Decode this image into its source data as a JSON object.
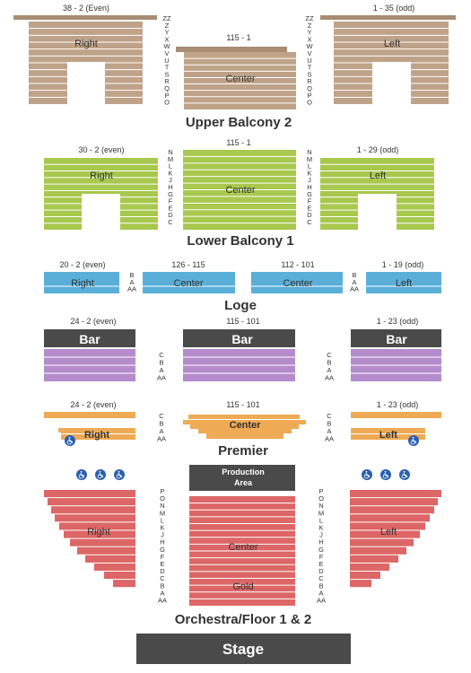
{
  "colors": {
    "tan": "#bfa388",
    "tan_dark": "#a88c73",
    "green": "#a8c84e",
    "blue": "#5aafd8",
    "purple": "#b48ccc",
    "orange": "#eeaa55",
    "red": "#dd6666",
    "dark": "#4a4a4a",
    "text": "#333333",
    "accessible": "#2a5fb0"
  },
  "upper_balcony_2": {
    "title": "Upper Balcony 2",
    "right_range": "38 - 2 (Even)",
    "right_label": "Right",
    "center_range": "115 - 1",
    "center_label": "Center",
    "left_range": "1 - 35 (odd)",
    "left_label": "Left",
    "rows": [
      "ZZ",
      "Z",
      "Y",
      "X",
      "W",
      "V",
      "U",
      "T",
      "S",
      "R",
      "Q",
      "P",
      "O"
    ]
  },
  "lower_balcony_1": {
    "title": "Lower Balcony 1",
    "right_range": "30 - 2 (even)",
    "right_label": "Right",
    "center_range": "115 - 1",
    "center_label": "Center",
    "left_range": "1 - 29 (odd)",
    "left_label": "Left",
    "rows": [
      "N",
      "M",
      "L",
      "K",
      "J",
      "H",
      "G",
      "F",
      "E",
      "D",
      "C"
    ]
  },
  "loge": {
    "title": "Loge",
    "right_range": "20 - 2 (even)",
    "right_label": "Right",
    "center_left_range": "126 - 115",
    "center_left_label": "Center",
    "center_right_range": "112 - 101",
    "center_right_label": "Center",
    "left_range": "1 - 19 (odd)",
    "left_label": "Left",
    "rows": [
      "B",
      "A",
      "AA"
    ]
  },
  "bar_section": {
    "right_range": "24 - 2 (even)",
    "center_range": "115 - 101",
    "left_range": "1 - 23 (odd)",
    "bar_label": "Bar",
    "rows": [
      "C",
      "B",
      "A",
      "AA"
    ]
  },
  "premier": {
    "title": "Premier",
    "right_range": "24 - 2 (even)",
    "right_label": "Right",
    "center_range": "115 - 101",
    "center_label": "Center",
    "left_range": "1 - 23 (odd)",
    "left_label": "Left",
    "rows": [
      "C",
      "B",
      "A",
      "AA"
    ]
  },
  "orchestra": {
    "title": "Orchestra/Floor 1 & 2",
    "production_area": "Production Area",
    "right_label": "Right",
    "center_label": "Center",
    "gold_label": "Gold",
    "left_label": "Left",
    "rows": [
      "P",
      "O",
      "N",
      "M",
      "L",
      "K",
      "J",
      "H",
      "G",
      "F",
      "E",
      "D",
      "C",
      "B",
      "A",
      "AA"
    ]
  },
  "stage": {
    "label": "Stage"
  }
}
